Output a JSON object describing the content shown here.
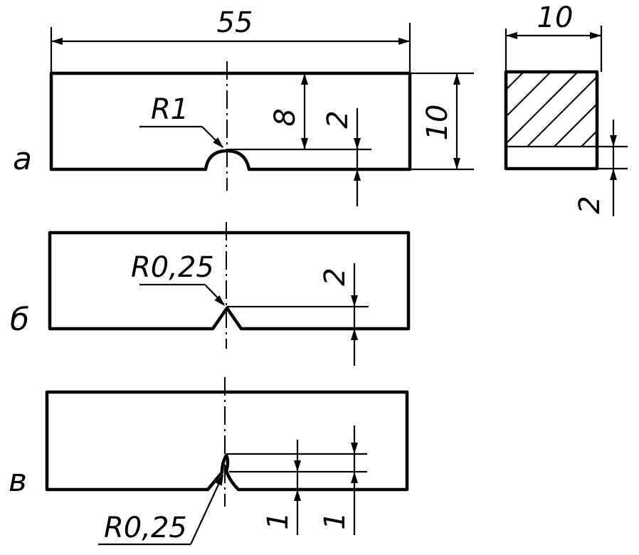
{
  "drawing": {
    "overall_length": "55",
    "section_width": "10",
    "section_notch_depth": "2",
    "variant_a": {
      "label": "a",
      "notch_radius": "R1",
      "height": "10",
      "ligament": "8",
      "notch_depth": "2"
    },
    "variant_b": {
      "label": "б",
      "notch_radius": "R0,25",
      "notch_depth": "2"
    },
    "variant_c": {
      "label": "в",
      "notch_radius": "R0,25",
      "dim_left": "1",
      "dim_right": "1"
    }
  }
}
